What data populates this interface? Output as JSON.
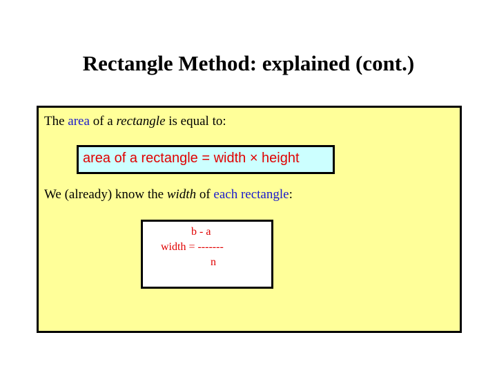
{
  "slide": {
    "title": "Rectangle Method: explained (cont.)"
  },
  "panel": {
    "line1": {
      "prefix": "The ",
      "highlight": "area",
      "middle": " of a ",
      "italic": "rectangle",
      "suffix": " is equal to:"
    },
    "formula_area": "area of a rectangle = width × height",
    "line2": {
      "prefix": "We (already) know the ",
      "italic": "width",
      "middle": " of ",
      "highlight": "each rectangle",
      "suffix": ":"
    },
    "formula_width": {
      "numerator": "b - a",
      "lhs": "width = -------",
      "denominator": "n"
    }
  },
  "colors": {
    "panel_bg": "#ffff99",
    "formula_bg": "#ccffff",
    "formula_text": "#e00000",
    "highlight": "#1a1acc"
  }
}
